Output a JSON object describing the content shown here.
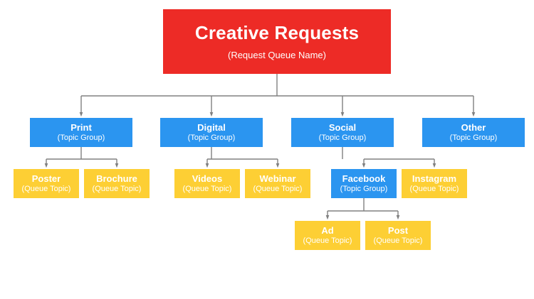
{
  "diagram": {
    "title": "Creative Requests hierarchy",
    "colors": {
      "root": "#ED2B26",
      "group": "#2B95F0",
      "topic": "#FDCF34",
      "connector": "#808080",
      "background": "#FFFFFF",
      "text": "#FFFFFF"
    },
    "levels": [
      "Request Queue Name",
      "Topic Group",
      "Queue Topic"
    ]
  },
  "nodes": {
    "root": {
      "title": "Creative Requests",
      "subtitle": "(Request Queue Name)",
      "type": "request-queue"
    },
    "print": {
      "title": "Print",
      "subtitle": "(Topic Group)",
      "type": "topic-group"
    },
    "digital": {
      "title": "Digital",
      "subtitle": "(Topic Group)",
      "type": "topic-group"
    },
    "social": {
      "title": "Social",
      "subtitle": "(Topic Group)",
      "type": "topic-group"
    },
    "other": {
      "title": "Other",
      "subtitle": "(Topic Group)",
      "type": "topic-group"
    },
    "poster": {
      "title": "Poster",
      "subtitle": "(Queue Topic)",
      "type": "queue-topic"
    },
    "brochure": {
      "title": "Brochure",
      "subtitle": "(Queue Topic)",
      "type": "queue-topic"
    },
    "videos": {
      "title": "Videos",
      "subtitle": "(Queue Topic)",
      "type": "queue-topic"
    },
    "webinar": {
      "title": "Webinar",
      "subtitle": "(Queue Topic)",
      "type": "queue-topic"
    },
    "facebook": {
      "title": "Facebook",
      "subtitle": "(Topic Group)",
      "type": "topic-group"
    },
    "instagram": {
      "title": "Instagram",
      "subtitle": "(Queue Topic)",
      "type": "queue-topic"
    },
    "ad": {
      "title": "Ad",
      "subtitle": "(Queue Topic)",
      "type": "queue-topic"
    },
    "post": {
      "title": "Post",
      "subtitle": "(Queue Topic)",
      "type": "queue-topic"
    }
  },
  "edges": [
    {
      "from": "root",
      "to": "print"
    },
    {
      "from": "root",
      "to": "digital"
    },
    {
      "from": "root",
      "to": "social"
    },
    {
      "from": "root",
      "to": "other"
    },
    {
      "from": "print",
      "to": "poster"
    },
    {
      "from": "print",
      "to": "brochure"
    },
    {
      "from": "digital",
      "to": "videos"
    },
    {
      "from": "digital",
      "to": "webinar"
    },
    {
      "from": "social",
      "to": "facebook"
    },
    {
      "from": "social",
      "to": "instagram"
    },
    {
      "from": "facebook",
      "to": "ad"
    },
    {
      "from": "facebook",
      "to": "post"
    }
  ]
}
